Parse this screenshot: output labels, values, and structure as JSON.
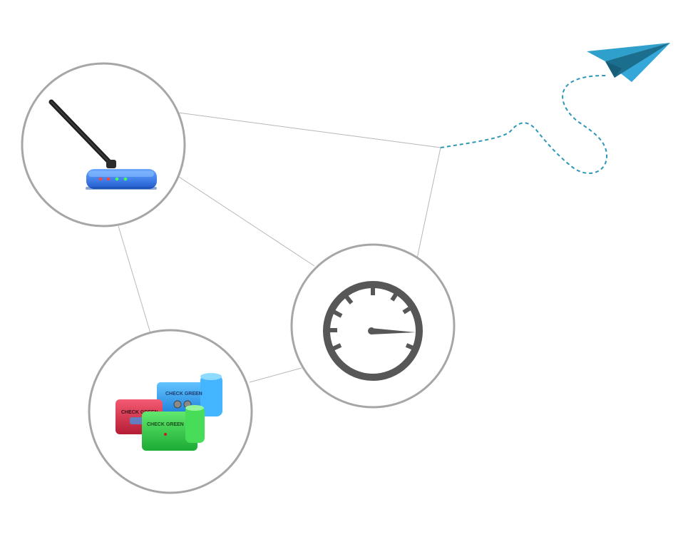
{
  "diagram": {
    "nodes": [
      {
        "id": "router",
        "icon": "wireless-router-icon"
      },
      {
        "id": "gauge",
        "icon": "speedometer-gauge-icon"
      },
      {
        "id": "loggers",
        "icon": "data-logger-devices-icon"
      }
    ],
    "edges": [
      [
        "router",
        "paper-plane-path"
      ],
      [
        "router",
        "gauge"
      ],
      [
        "router",
        "loggers"
      ],
      [
        "loggers",
        "gauge"
      ],
      [
        "gauge",
        "paper-plane-path"
      ]
    ],
    "device_labels": {
      "blue": "CHECK GREEN",
      "red": "CHECK GREEN",
      "green": "CHECK GREEN"
    },
    "colors": {
      "circle_stroke": "#a6a6a6",
      "connector": "#b7b7b7",
      "flight_path": "#2d97b5",
      "plane_light": "#35a7d8",
      "plane_dark": "#1c6e8e",
      "gauge_dark": "#575757",
      "router_blue": "#3f7ee8",
      "logger_blue": "#2f9cf0",
      "logger_red": "#d12d45",
      "logger_green": "#35c848"
    }
  }
}
